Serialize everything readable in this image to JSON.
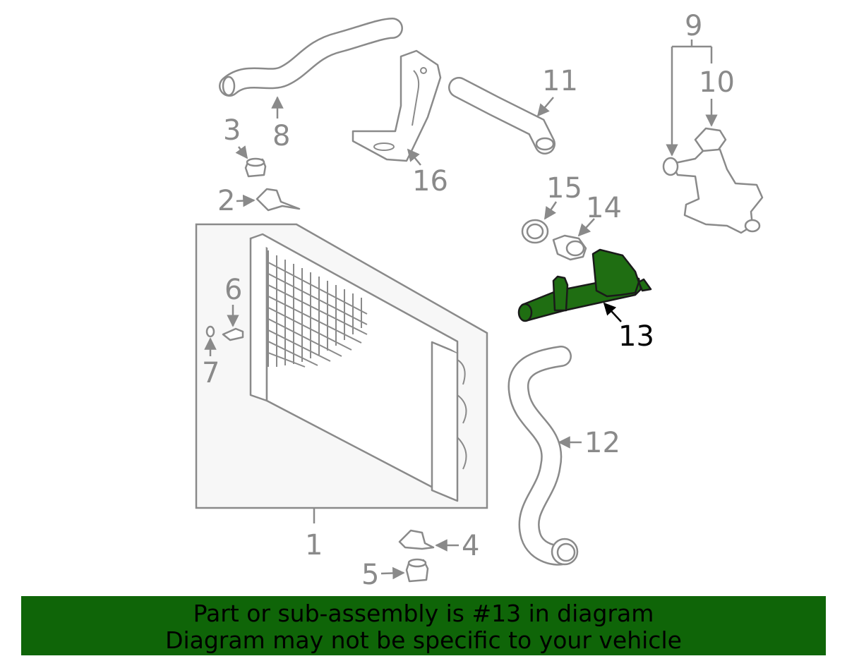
{
  "callouts": {
    "c1": "1",
    "c2": "2",
    "c3": "3",
    "c4": "4",
    "c5": "5",
    "c6": "6",
    "c7": "7",
    "c8": "8",
    "c9": "9",
    "c10": "10",
    "c11": "11",
    "c12": "12",
    "c13": "13",
    "c14": "14",
    "c15": "15",
    "c16": "16"
  },
  "highlight": {
    "part_number": "13",
    "color": "#1f6e12"
  },
  "banner": {
    "line1": "Part or sub-assembly is #13 in diagram",
    "line2": "Diagram may not be specific to your vehicle",
    "background": "#0f6508"
  }
}
